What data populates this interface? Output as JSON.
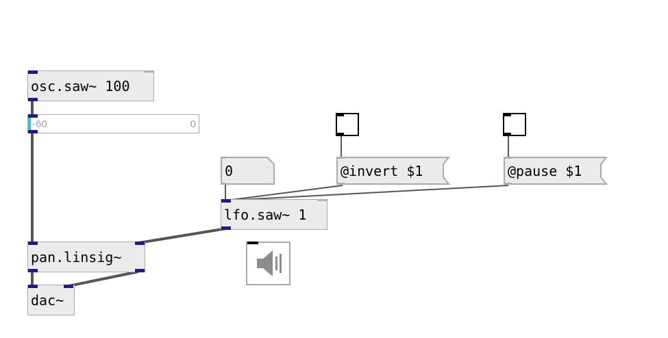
{
  "objects": {
    "osc": {
      "text": "osc.saw~ 100"
    },
    "lfo": {
      "text": "lfo.saw~ 1"
    },
    "pan": {
      "text": "pan.linsig~"
    },
    "dac": {
      "text": "dac~"
    }
  },
  "number_box": {
    "value": "0"
  },
  "messages": {
    "invert": {
      "text": "@invert $1"
    },
    "pause": {
      "text": "@pause $1"
    }
  },
  "slider": {
    "min_label": "-60",
    "max_label": "0"
  },
  "toggles": {
    "invert": {
      "state": "off"
    },
    "pause": {
      "state": "off"
    }
  },
  "dsp": {
    "icon": "speaker-icon",
    "state": "off"
  },
  "colors": {
    "signal_port": "#1c1c8c",
    "box_fill": "#ebebeb",
    "box_border": "#a9a9a9",
    "slider_knob": "#39c6dd",
    "signal_wire": "#555555"
  }
}
